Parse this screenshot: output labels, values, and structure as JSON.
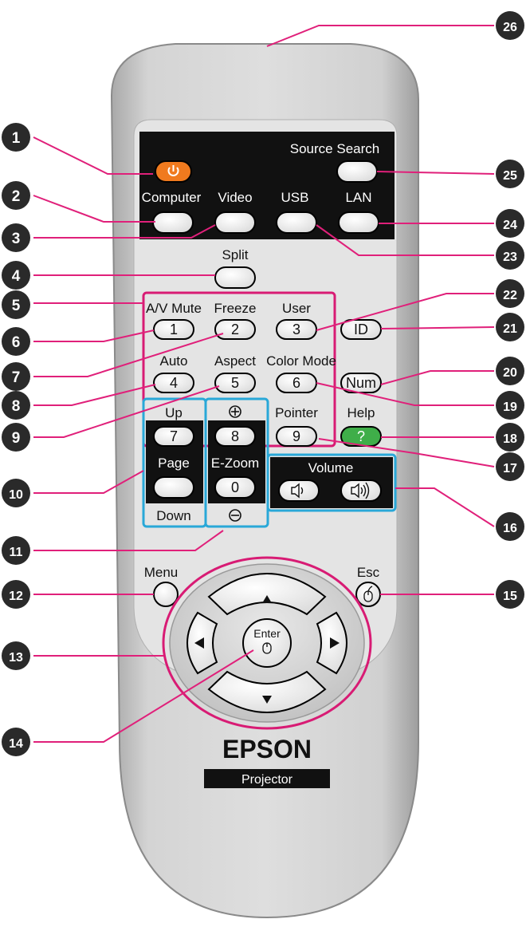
{
  "brand": {
    "name": "EPSON",
    "subtitle": "Projector"
  },
  "labels": {
    "source_search": "Source Search",
    "computer": "Computer",
    "video": "Video",
    "usb": "USB",
    "lan": "LAN",
    "split": "Split",
    "av_mute": "A/V Mute",
    "freeze": "Freeze",
    "user": "User",
    "auto": "Auto",
    "aspect": "Aspect",
    "color_mode": "Color Mode",
    "up": "Up",
    "page": "Page",
    "down": "Down",
    "e_zoom": "E-Zoom",
    "pointer": "Pointer",
    "help": "Help",
    "volume": "Volume",
    "menu": "Menu",
    "esc": "Esc"
  },
  "keys": {
    "k1": "1",
    "k2": "2",
    "k3": "3",
    "k4": "4",
    "k5": "5",
    "k6": "6",
    "k7": "7",
    "k8": "8",
    "k9": "9",
    "k0": "0",
    "id": "ID",
    "num": "Num",
    "help_symbol": "?",
    "enter": "Enter"
  },
  "callouts": [
    "1",
    "2",
    "3",
    "4",
    "5",
    "6",
    "7",
    "8",
    "9",
    "10",
    "11",
    "12",
    "13",
    "14",
    "15",
    "16",
    "17",
    "18",
    "19",
    "20",
    "21",
    "22",
    "23",
    "24",
    "25",
    "26"
  ],
  "colors": {
    "callout_line": "#e0207a",
    "group_outline_cyan": "#29a8d8",
    "group_outline_magenta": "#d81b74",
    "power_button": "#f07a1e",
    "help_button": "#3fae49",
    "remote_body": "#c8c8c8",
    "top_panel": "#111111"
  },
  "icons": {
    "power": "power-icon",
    "help": "question-icon",
    "volume_down": "speaker-low-icon",
    "volume_up": "speaker-high-icon",
    "mouse": "mouse-icon",
    "arrow_up": "arrow-up-icon",
    "arrow_down": "arrow-down-icon",
    "arrow_left": "arrow-left-icon",
    "arrow_right": "arrow-right-icon",
    "zoom_in": "plus-circle-icon",
    "zoom_out": "minus-circle-icon"
  }
}
